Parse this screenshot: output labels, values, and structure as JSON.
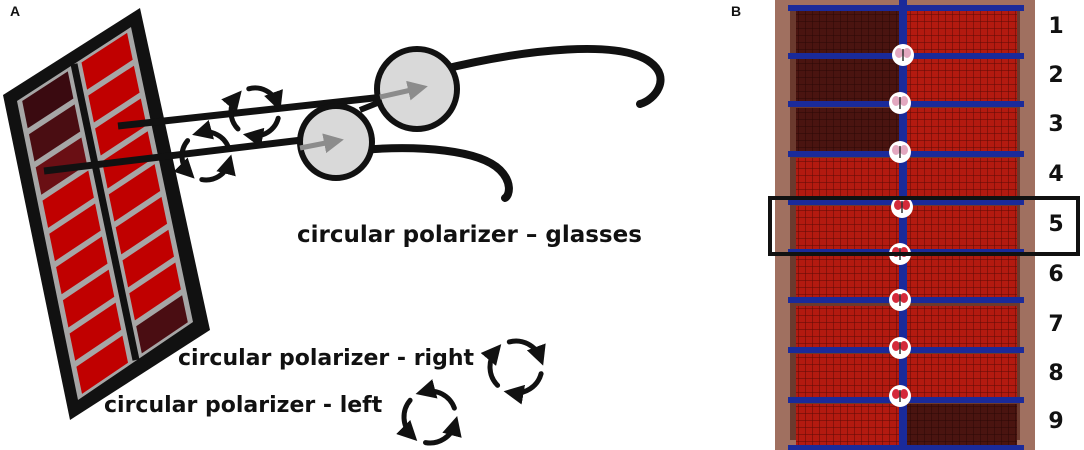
{
  "panels": {
    "a_label": "A",
    "b_label": "B"
  },
  "panel_a": {
    "glasses_label": "circular polarizer – glasses",
    "right_label": "circular polarizer - right",
    "left_label": "circular polarizer - left"
  },
  "panel_b": {
    "row_labels": [
      "1",
      "2",
      "3",
      "4",
      "5",
      "6",
      "7",
      "8",
      "9"
    ],
    "highlighted_row": "5"
  },
  "colors": {
    "cell_red": "#c00000",
    "cell_dark": "#4a0d12",
    "tape_blue": "#1a2a9a",
    "lens_fill": "#d9d9d9",
    "arrow_gray": "#8c8c8c"
  }
}
